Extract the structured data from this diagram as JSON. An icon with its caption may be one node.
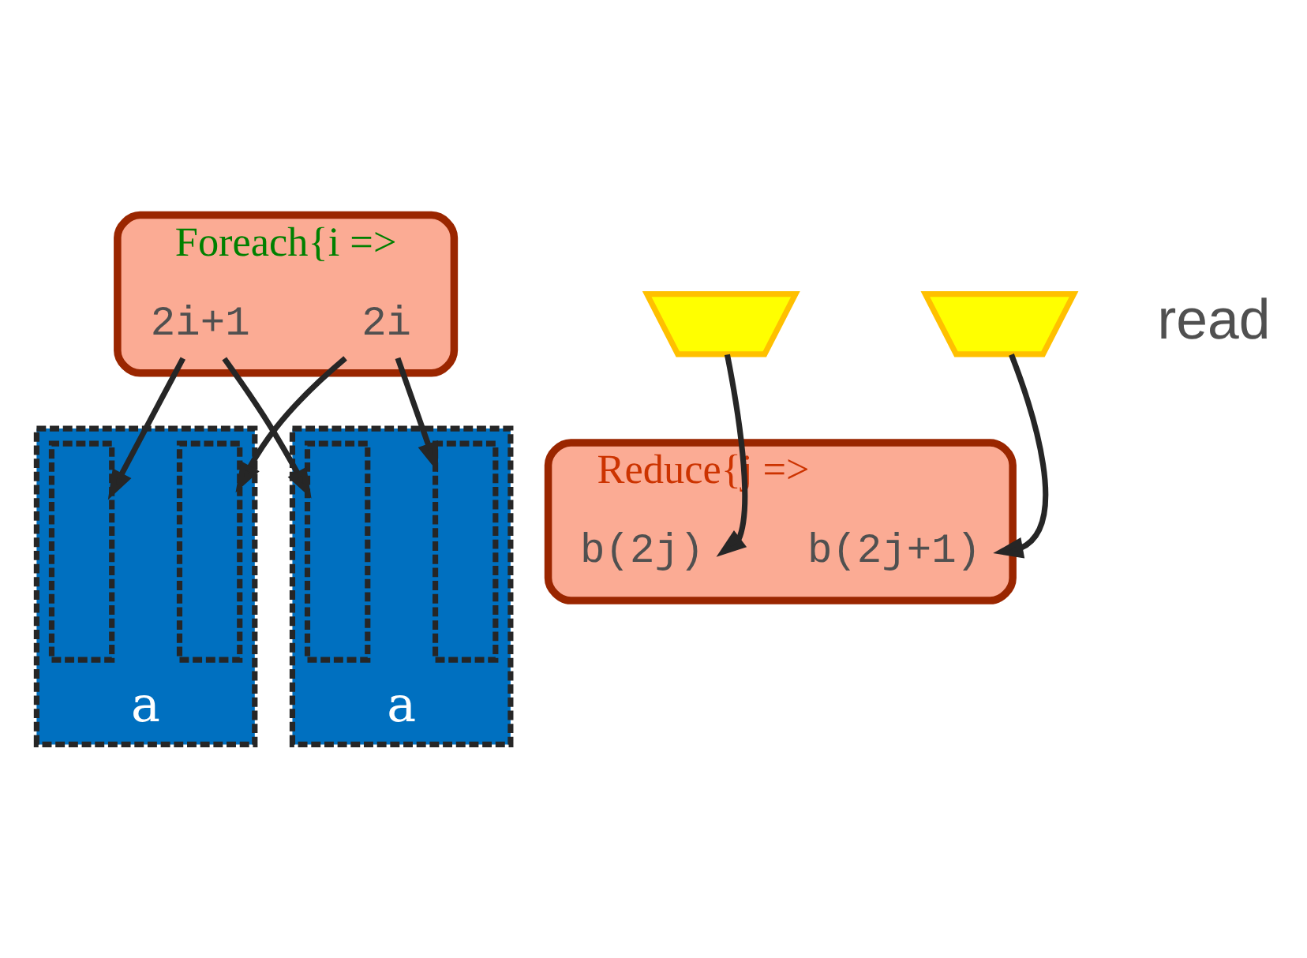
{
  "diagram": {
    "nodes": [
      {
        "text": [
          "Foreach{i =>"
        ]
      },
      {
        "text": [
          "2i"
        ],
        "in": 0
      },
      {
        "text": [
          "2i+1"
        ],
        "in": 0
      },
      {
        "text": [
          "a"
        ]
      },
      {
        "text": [],
        "shape": "box",
        "in": 3
      },
      {
        "text": [],
        "shape": "box",
        "in": 3
      },
      {
        "text": [
          "a"
        ]
      },
      {
        "text": [],
        "shape": "box",
        "in": 6
      },
      {
        "text": [],
        "shape": "box",
        "in": 6
      },
      {
        "text": [],
        "shape": "trapezoid"
      },
      {
        "text": [],
        "shape": "trapezoid"
      },
      {
        "text": [
          "Reduce{j =>"
        ]
      },
      {
        "text": [
          "b(2j)"
        ],
        "in": 11
      },
      {
        "text": [
          "b(2j+1)"
        ],
        "in": 11
      }
    ],
    "edges": [
      {
        "from": 1,
        "to": 5,
        "arrow": "to"
      },
      {
        "from": 1,
        "to": 8,
        "arrow": "to"
      },
      {
        "from": 2,
        "to": 4,
        "arrow": "to"
      },
      {
        "from": 2,
        "to": 7,
        "arrow": "to"
      },
      {
        "from": 9,
        "to": 12,
        "arrow": "to"
      },
      {
        "from": 10,
        "to": 13,
        "arrow": "to"
      }
    ],
    "labels": [
      "read"
    ]
  }
}
